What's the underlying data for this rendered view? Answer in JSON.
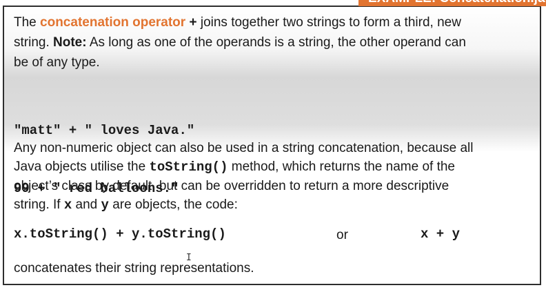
{
  "banner": {
    "text": "EXAMPLE: Concatenation.java"
  },
  "para1": {
    "t1": "The ",
    "highlight": "concatenation operator",
    "t2": " ",
    "plus": "+",
    "t3": " joins together two strings to form a third, new",
    "line2a": "string.  ",
    "note_label": "Note:",
    "line2b": " As long as one of the operands is a string, the other operand can",
    "line3": "be of any type."
  },
  "code_block": {
    "line1": "\"matt\" + \" loves Java.\"",
    "line2": "99 + \" red balloons.\""
  },
  "para2": {
    "line1": "Any non-numeric object can also be used in a string concatenation, because all",
    "line2a": "Java objects utilise the ",
    "method": "toString()",
    "line2b": " method,  which returns the name of the",
    "line3": "object’s class by default, but can be overridden to return a more descriptive",
    "line4a": "string.  If ",
    "x": "x",
    "line4b": " and ",
    "y": "y",
    "line4c": " are objects, the code:"
  },
  "code_line": {
    "left": "x.toString() + y.toString()",
    "or": "or",
    "right": "x + y"
  },
  "para3": {
    "text": "concatenates their string representations."
  },
  "cursor": {
    "glyph": "I"
  }
}
